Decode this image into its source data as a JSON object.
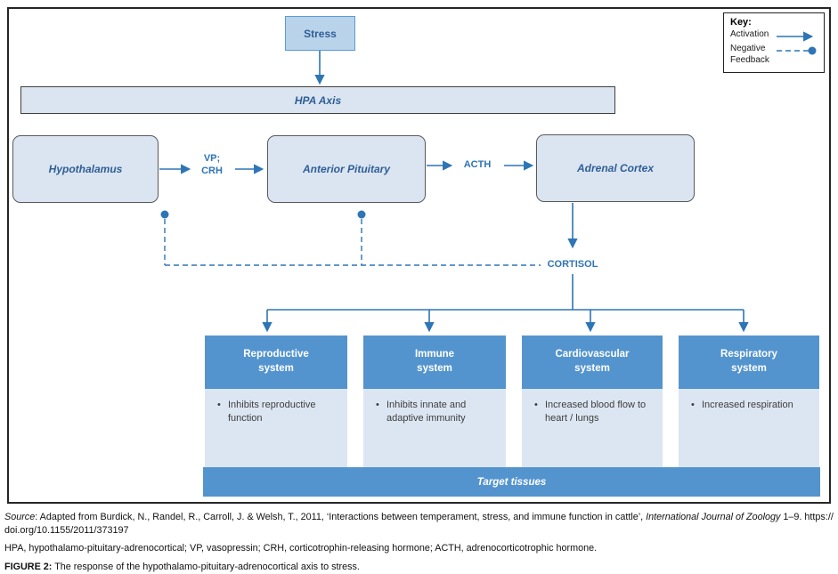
{
  "colors": {
    "accent-blue": "#5494ce",
    "light-fill": "#dbe5f1",
    "body-fill": "#dce6f2",
    "stress-fill": "#b9d3ea",
    "stress-border": "#5b9bd5",
    "arrow-blue": "#2e75b6",
    "label-blue": "#2e5e96",
    "hormone-blue": "#2e74b5"
  },
  "key": {
    "title": "Key:",
    "activation_label": "Activation",
    "negative_label": "Negative\nFeedback"
  },
  "diagram": {
    "stress": "Stress",
    "hpa_axis": "HPA Axis",
    "hypothalamus": "Hypothalamus",
    "anterior_pituitary": "Anterior Pituitary",
    "adrenal_cortex": "Adrenal Cortex",
    "vp_crh": "VP;\nCRH",
    "acth": "ACTH",
    "cortisol": "CORTISOL",
    "target_tissues": "Target tissues",
    "bullet_char": "•",
    "systems": [
      {
        "title": "Reproductive\nsystem",
        "bullet": "Inhibits reproductive function"
      },
      {
        "title": "Immune\nsystem",
        "bullet": "Inhibits innate and adaptive immunity"
      },
      {
        "title": "Cardiovascular\nsystem",
        "bullet": "Increased blood flow to heart / lungs"
      },
      {
        "title": "Respiratory\nsystem",
        "bullet": "Increased respiration"
      }
    ]
  },
  "footer": {
    "source_label": "Source",
    "source_text": ": Adapted from Burdick, N., Randel, R., Carroll, J. & Welsh, T., 2011, ‘Interactions between temperament, stress, and immune function in cattle’, ",
    "source_journal": "International Journal of Zoology",
    "source_tail": " 1–9. https://",
    "source_line2": "doi.org/10.1155/2011/373197",
    "abbreviations": "HPA, hypothalamo-pituitary-adrenocortical; VP, vasopressin; CRH, corticotrophin-releasing hormone; ACTH, adrenocorticotrophic hormone.",
    "figure_label": "FIGURE 2:",
    "figure_caption": " The response of the hypothalamo-pituitary-adrenocortical axis to stress."
  }
}
